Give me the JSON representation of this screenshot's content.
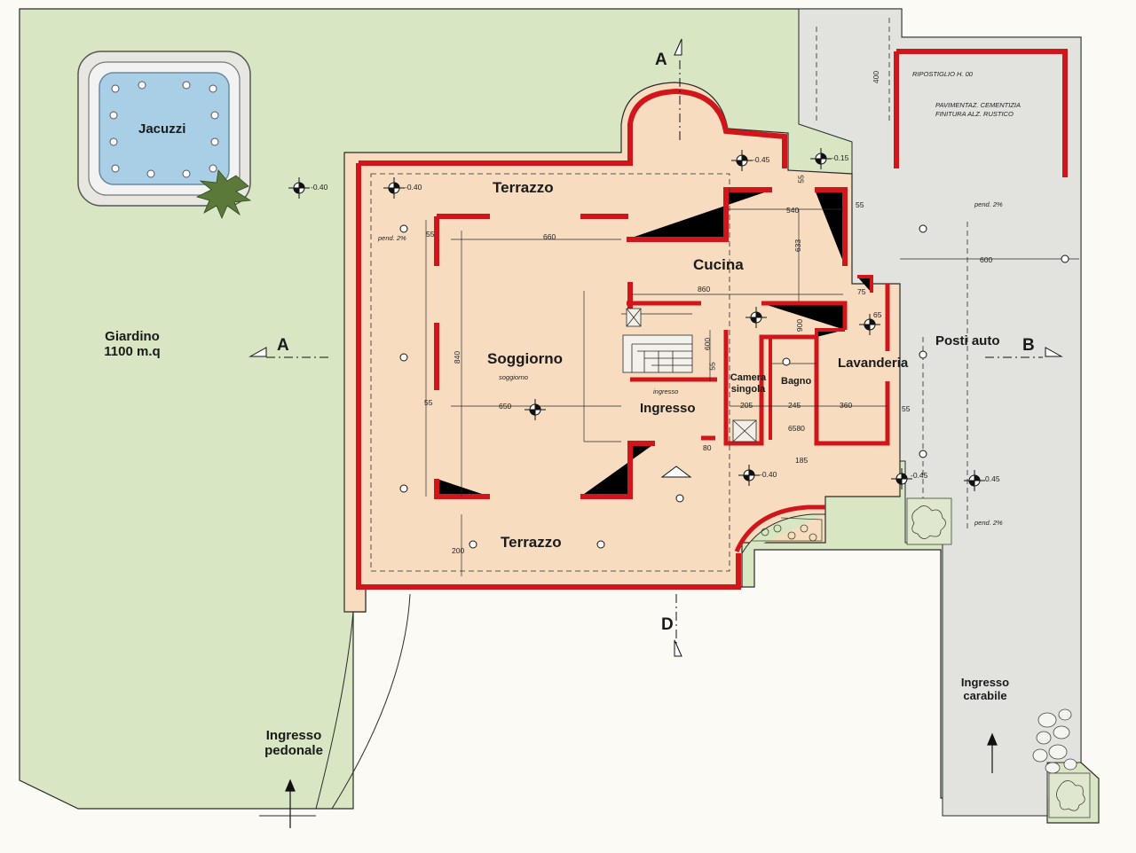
{
  "labels": {
    "jacuzzi": "Jacuzzi",
    "terrazzo_top": "Terrazzo",
    "cucina": "Cucina",
    "soggiorno": "Soggiorno",
    "soggiorno_small": "soggiorno",
    "ingresso": "Ingresso",
    "ingresso_small": "ingresso",
    "camera": "Camera singola",
    "bagno": "Bagno",
    "lavanderia": "Lavanderia",
    "posti_auto": "Posti auto",
    "terrazzo_bottom": "Terrazzo",
    "giardino": "Giardino 1100 m.q",
    "ingresso_pedonale": "Ingresso pedonale",
    "ingresso_carabile": "Ingresso carabile"
  },
  "notes": {
    "ripostiglio": "RIPOSTIGLIO H. 00",
    "pavimentazione": "PAVIMENTAZ. CEMENTIZIA FINITURA ALZ. RUSTICO",
    "pend_left": "pend. 2%",
    "pend_right_top": "pend. 2%",
    "pend_right_bottom": "pend. 2%"
  },
  "sections": {
    "a_top": "A",
    "a_left": "A",
    "b_right": "B",
    "d_bottom": "D"
  },
  "levels": {
    "l1": "-0.40",
    "l2": "-0.40",
    "l3": "-0.45",
    "l4": "-0.15",
    "l5": "-0.40",
    "l6": "-0.45",
    "l7": "0.45"
  },
  "dimensions": {
    "d660": "660",
    "d540": "540",
    "d633": "633",
    "d860": "860",
    "d600_right": "600",
    "d840": "840",
    "d650": "650",
    "d600_stair": "600",
    "d205": "205",
    "d245": "245",
    "d360": "360",
    "d6580": "6580",
    "d200": "200",
    "d55_a": "55",
    "d55_b": "55",
    "d55_c": "55",
    "d55_d": "55",
    "d55_e": "55",
    "d55_f": "55",
    "d400": "400",
    "d65": "65",
    "d900": "900",
    "d80": "80",
    "d185": "185",
    "d75": "75"
  },
  "colors": {
    "garden": "#d8e6c3",
    "interior": "#f7dcc0",
    "paving": "#e2e3de",
    "wall": "#d0161b",
    "line": "#2a2a2a",
    "water": "#a9cfe6"
  }
}
